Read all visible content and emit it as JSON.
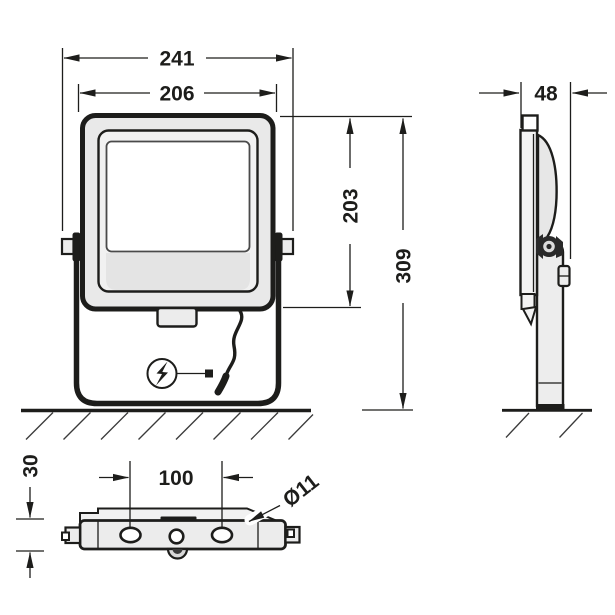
{
  "labels": {
    "overall_width": "241",
    "housing_width": "206",
    "housing_height": "203",
    "overall_height": "309",
    "depth": "48",
    "foot_depth": "30",
    "hole_spacing": "100",
    "hole_diameter": "Ø11"
  },
  "icons": {
    "lightning_bolt": "power-connection-symbol"
  },
  "colors": {
    "line": "#1d1d1b",
    "fill_light": "#ececec",
    "fill_lighter": "#f1f1f1",
    "background": "#ffffff"
  }
}
